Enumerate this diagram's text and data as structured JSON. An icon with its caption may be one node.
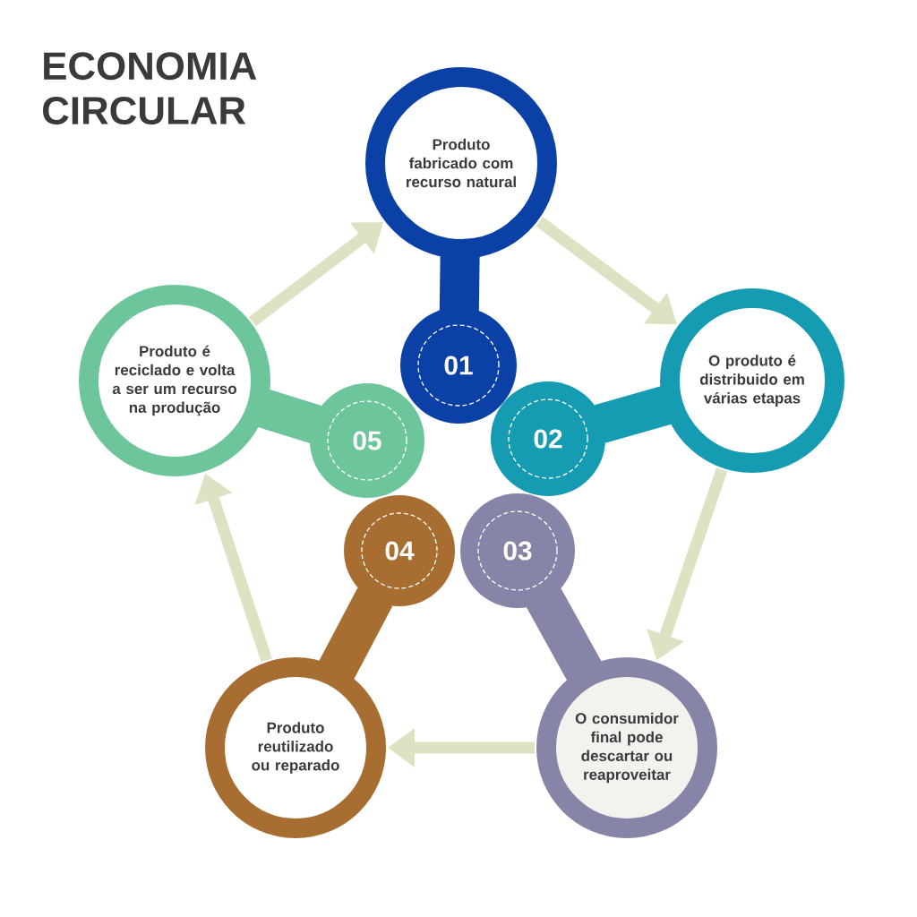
{
  "diagram": {
    "title": "ECONOMIA CIRCULAR",
    "nodes": [
      {
        "text": [
          "Produto fabricado com recurso natural"
        ]
      },
      {
        "text": [
          "01"
        ]
      },
      {
        "text": [
          "O produto é distribuido em várias etapas"
        ]
      },
      {
        "text": [
          "02"
        ]
      },
      {
        "text": [
          "O consumidor final pode descartar ou reaproveitar"
        ]
      },
      {
        "text": [
          "03"
        ]
      },
      {
        "text": [
          "Produto reutilizado ou reparado"
        ]
      },
      {
        "text": [
          "04"
        ]
      },
      {
        "text": [
          "Produto é reciclado e volta a ser um recurso na produção"
        ]
      },
      {
        "text": [
          "05"
        ]
      }
    ],
    "edges": [
      {
        "from": 1,
        "to": 0,
        "arrow": "none",
        "style": "thick",
        "color": "#0b41a6"
      },
      {
        "from": 3,
        "to": 2,
        "arrow": "none",
        "style": "thick",
        "color": "#169cb2"
      },
      {
        "from": 5,
        "to": 4,
        "arrow": "none",
        "style": "thick",
        "color": "#8685a7"
      },
      {
        "from": 7,
        "to": 6,
        "arrow": "none",
        "style": "thick",
        "color": "#a86d31"
      },
      {
        "from": 9,
        "to": 8,
        "arrow": "none",
        "style": "thick",
        "color": "#6dc69b"
      },
      {
        "from": 0,
        "to": 2,
        "arrow": "to",
        "color": "#dde2c2"
      },
      {
        "from": 2,
        "to": 4,
        "arrow": "to",
        "color": "#dde2c2"
      },
      {
        "from": 4,
        "to": 6,
        "arrow": "to",
        "color": "#dde2c2"
      },
      {
        "from": 6,
        "to": 8,
        "arrow": "to",
        "color": "#dde2c2"
      },
      {
        "from": 8,
        "to": 0,
        "arrow": "to",
        "color": "#dde2c2"
      }
    ]
  }
}
